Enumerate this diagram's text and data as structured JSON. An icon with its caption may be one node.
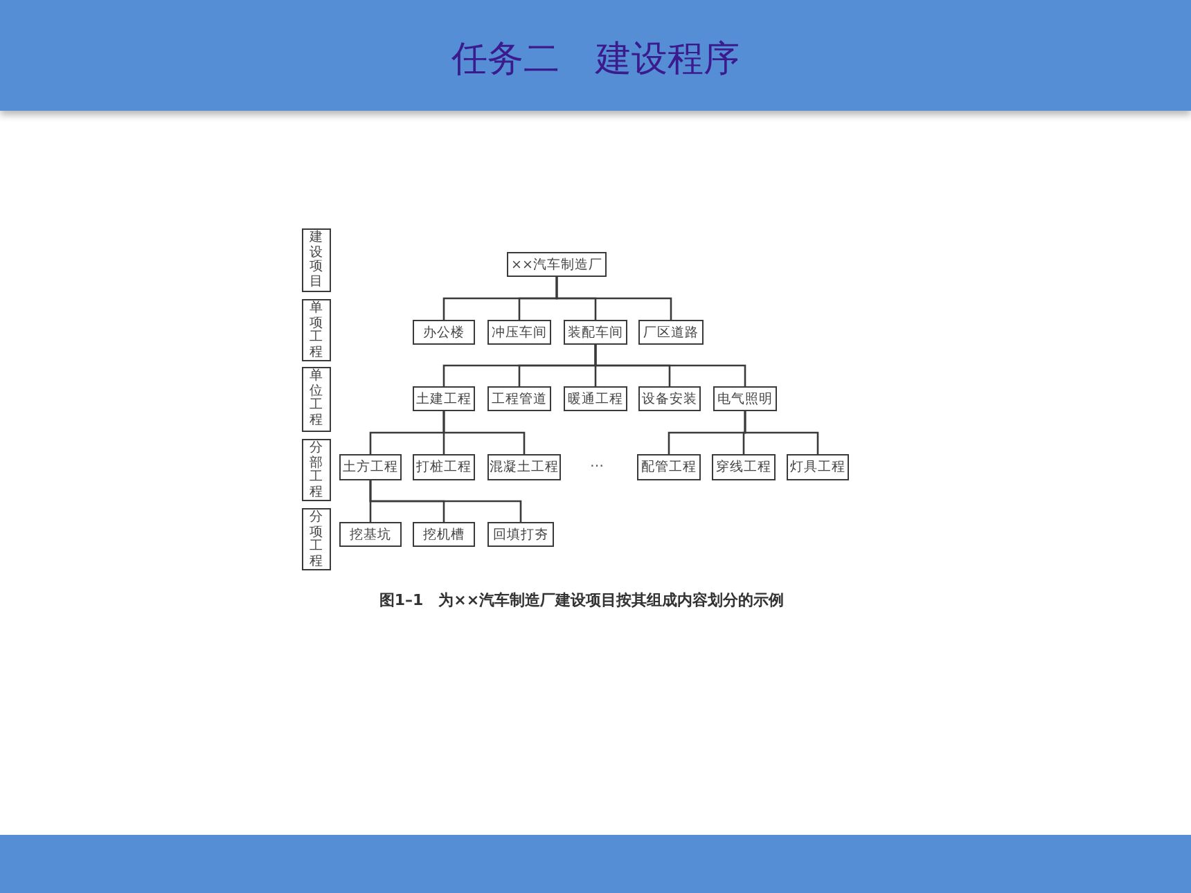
{
  "diagram": {
    "title": "任务二　建设程序",
    "caption": "图1–1　为××汽车制造厂建设项目按其组成内容划分的示例",
    "nodes": [
      {
        "text": [
          "建设项目"
        ]
      },
      {
        "text": [
          "单项工程"
        ]
      },
      {
        "text": [
          "单位工程"
        ]
      },
      {
        "text": [
          "分部工程"
        ]
      },
      {
        "text": [
          "分项工程"
        ]
      },
      {
        "text": [
          "××汽车制造厂"
        ]
      },
      {
        "text": [
          "办公楼"
        ]
      },
      {
        "text": [
          "冲压车间"
        ]
      },
      {
        "text": [
          "装配车间"
        ]
      },
      {
        "text": [
          "厂区道路"
        ]
      },
      {
        "text": [
          "土建工程"
        ]
      },
      {
        "text": [
          "工程管道"
        ]
      },
      {
        "text": [
          "暖通工程"
        ]
      },
      {
        "text": [
          "设备安装"
        ]
      },
      {
        "text": [
          "电气照明"
        ]
      },
      {
        "text": [
          "土方工程"
        ]
      },
      {
        "text": [
          "打桩工程"
        ]
      },
      {
        "text": [
          "混凝土工程"
        ]
      },
      {
        "text": [
          "配管工程"
        ]
      },
      {
        "text": [
          "穿线工程"
        ]
      },
      {
        "text": [
          "灯具工程"
        ]
      },
      {
        "text": [
          "挖基坑"
        ]
      },
      {
        "text": [
          "挖机槽"
        ]
      },
      {
        "text": [
          "回填打夯"
        ]
      }
    ],
    "edges": [
      {
        "from": 5,
        "to": 6,
        "arrow": "none"
      },
      {
        "from": 5,
        "to": 7,
        "arrow": "none"
      },
      {
        "from": 5,
        "to": 8,
        "arrow": "none"
      },
      {
        "from": 5,
        "to": 9,
        "arrow": "none"
      },
      {
        "from": 8,
        "to": 10,
        "arrow": "none"
      },
      {
        "from": 8,
        "to": 11,
        "arrow": "none"
      },
      {
        "from": 8,
        "to": 12,
        "arrow": "none"
      },
      {
        "from": 8,
        "to": 13,
        "arrow": "none"
      },
      {
        "from": 8,
        "to": 14,
        "arrow": "none"
      },
      {
        "from": 10,
        "to": 15,
        "arrow": "none"
      },
      {
        "from": 10,
        "to": 16,
        "arrow": "none"
      },
      {
        "from": 10,
        "to": 17,
        "arrow": "none"
      },
      {
        "from": 14,
        "to": 18,
        "arrow": "none"
      },
      {
        "from": 14,
        "to": 19,
        "arrow": "none"
      },
      {
        "from": 14,
        "to": 20,
        "arrow": "none"
      },
      {
        "from": 15,
        "to": 21,
        "arrow": "none"
      },
      {
        "from": 15,
        "to": 22,
        "arrow": "none"
      },
      {
        "from": 15,
        "to": 23,
        "arrow": "none"
      }
    ],
    "labels": [
      "…"
    ]
  }
}
